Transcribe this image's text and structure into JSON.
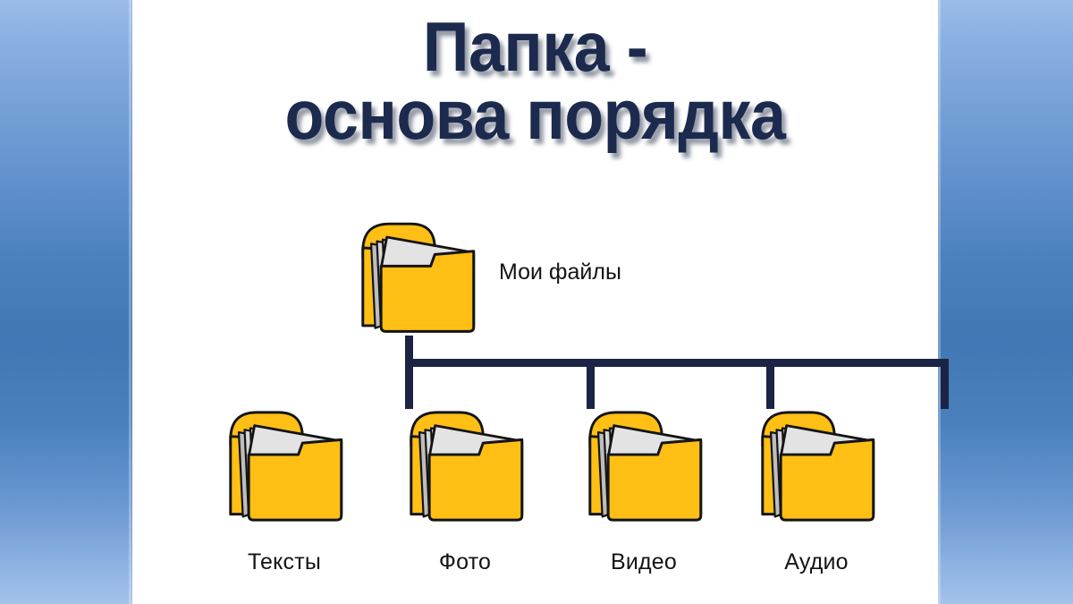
{
  "slide": {
    "title": "Папка -\nоснова порядка",
    "title_color": "#1c2a4e",
    "background_color": "#ffffff",
    "side_gradient_top": "#9cbce8",
    "side_gradient_mid": "#4177b4",
    "side_gradient_bottom": "#a3c2ea"
  },
  "diagram": {
    "type": "tree",
    "line_color": "#1b2444",
    "folder_fill": "#ffbf14",
    "folder_outline": "#111111",
    "paper_fill": "#e6e6e6",
    "root": {
      "icon": "folder-icon",
      "label": "Мои файлы"
    },
    "children": [
      {
        "icon": "folder-icon",
        "label": "Тексты"
      },
      {
        "icon": "folder-icon",
        "label": "Фото"
      },
      {
        "icon": "folder-icon",
        "label": "Видео"
      },
      {
        "icon": "folder-icon",
        "label": "Аудио"
      }
    ]
  }
}
